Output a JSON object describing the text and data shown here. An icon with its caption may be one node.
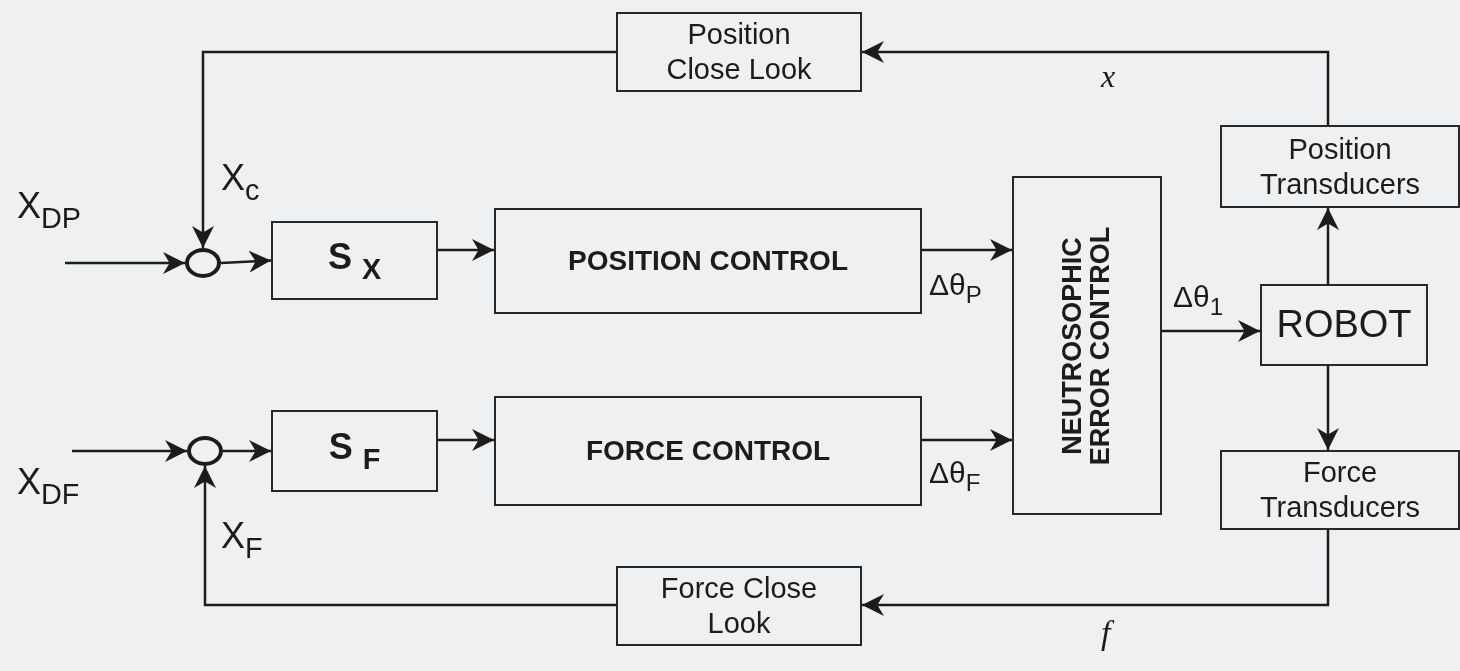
{
  "diagram": {
    "nodes": [
      {
        "text": [
          "Position Close Look"
        ]
      },
      {
        "text": [],
        "shape": "circle"
      },
      {
        "text": [
          "S $_{X}$"
        ]
      },
      {
        "text": [
          "POSITION CONTROL"
        ]
      },
      {
        "text": [],
        "shape": "circle"
      },
      {
        "text": [
          "S $_{F}$"
        ]
      },
      {
        "text": [
          "FORCE CONTROL"
        ]
      },
      {
        "text": [
          "NEUTROSOPHIC ERROR CONTROL"
        ]
      },
      {
        "text": [
          "Position Transducers"
        ]
      },
      {
        "text": [
          "ROBOT"
        ]
      },
      {
        "text": [
          "Force Transducers"
        ]
      },
      {
        "text": [
          "Force Close Look"
        ]
      }
    ],
    "edges": [
      {
        "from": null,
        "to": 1,
        "arrow": "to",
        "label": "X$_{DP}$"
      },
      {
        "from": 1,
        "to": 2,
        "arrow": "to"
      },
      {
        "from": 2,
        "to": 3,
        "arrow": "to"
      },
      {
        "from": 3,
        "to": 7,
        "arrow": "to",
        "label": "Δθ$_{P}$"
      },
      {
        "from": null,
        "to": 4,
        "arrow": "to",
        "label": "X$_{DF}$"
      },
      {
        "from": 4,
        "to": 5,
        "arrow": "to"
      },
      {
        "from": 5,
        "to": 6,
        "arrow": "to"
      },
      {
        "from": 6,
        "to": 7,
        "arrow": "to",
        "label": "Δθ$_{F}$"
      },
      {
        "from": 7,
        "to": 9,
        "arrow": "to",
        "label": "Δθ$_{1}$"
      },
      {
        "from": 9,
        "to": 8,
        "arrow": "to"
      },
      {
        "from": 9,
        "to": 10,
        "arrow": "to"
      },
      {
        "from": 8,
        "to": 0,
        "arrow": "to",
        "label": "x"
      },
      {
        "from": 0,
        "to": 1,
        "arrow": "to",
        "label": "X$_{c}$"
      },
      {
        "from": 10,
        "to": 11,
        "arrow": "to",
        "label": "f"
      },
      {
        "from": 11,
        "to": 4,
        "arrow": "to",
        "label": "X$_{F}$"
      }
    ]
  }
}
